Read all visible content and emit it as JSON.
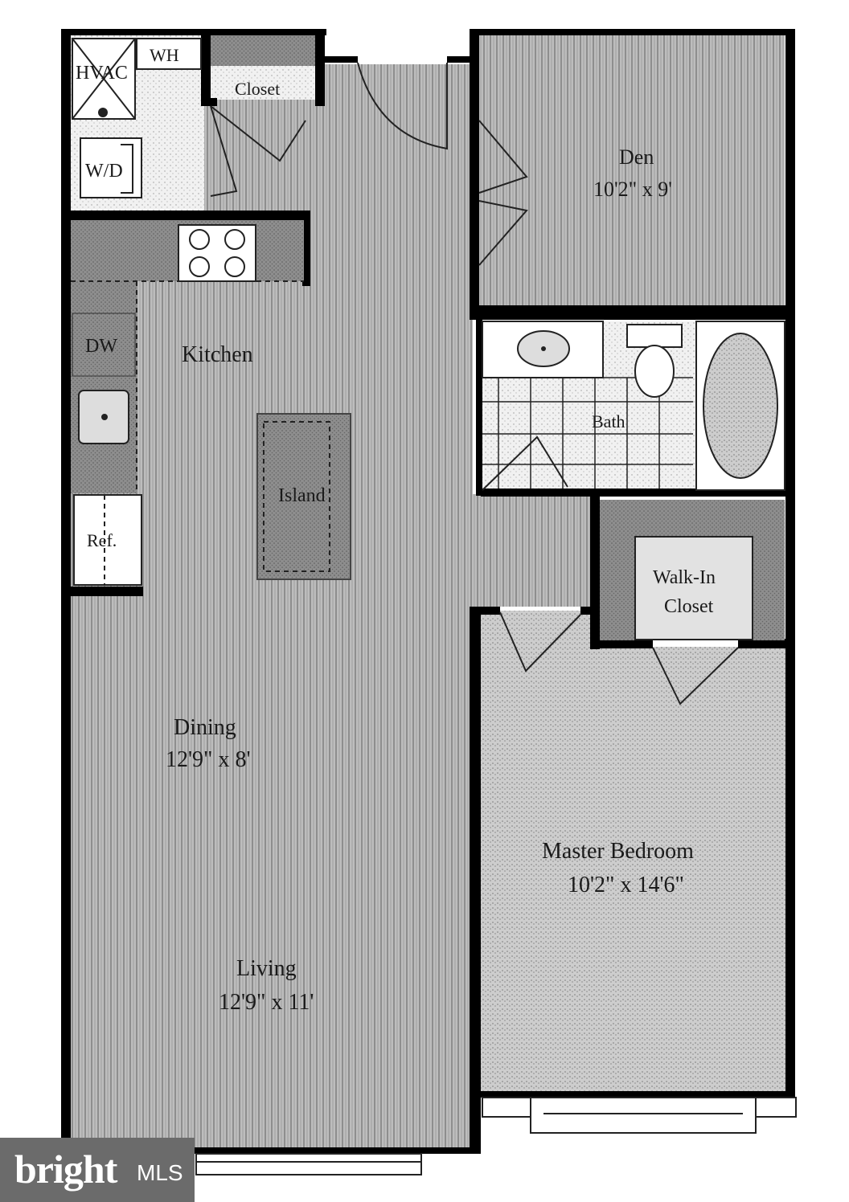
{
  "rooms": {
    "hvac": "HVAC",
    "water_heater": "WH",
    "washer_dryer": "W/D",
    "closet": "Closet",
    "den_name": "Den",
    "den_size": "10'2\" x 9'",
    "dishwasher": "DW",
    "kitchen": "Kitchen",
    "island": "Island",
    "refrigerator": "Ref.",
    "bath": "Bath",
    "walkin_closet_line1": "Walk-In",
    "walkin_closet_line2": "Closet",
    "dining_name": "Dining",
    "dining_size": "12'9\" x 8'",
    "master_name": "Master Bedroom",
    "master_size": "10'2\" x 14'6\"",
    "living_name": "Living",
    "living_size": "12'9\" x 11'"
  },
  "watermark": {
    "brand": "bright",
    "suffix": "MLS"
  },
  "colors": {
    "wall": "#000000",
    "floor_wood": "#b4b4b4",
    "floor_carpet": "#c9c9c9",
    "counter": "#8a8a8a",
    "badge": "#6b6b6b",
    "badge_accent": "#e8522f"
  }
}
